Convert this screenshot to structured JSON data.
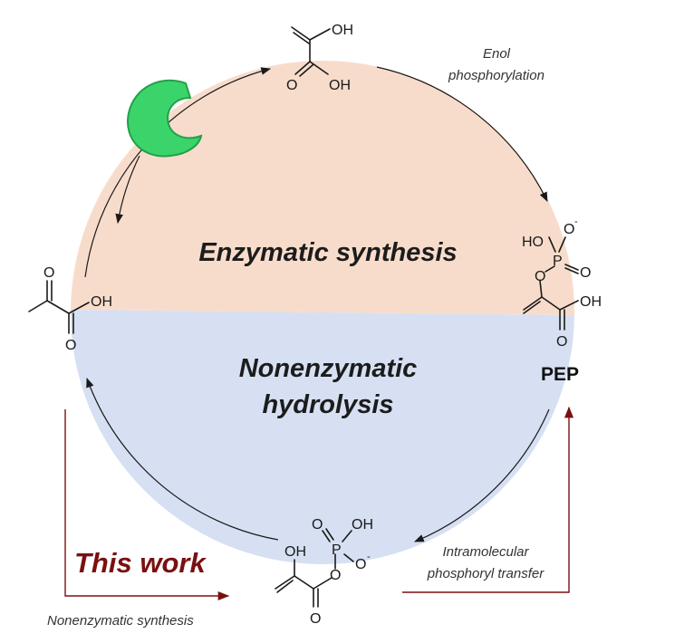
{
  "cycle": {
    "top_label": "Enzymatic synthesis",
    "bottom_label_line1": "Nonenzymatic",
    "bottom_label_line2": "hydrolysis",
    "top_color": "#f8dccb",
    "bottom_color": "#d6e0f2"
  },
  "annotations": {
    "enol_line1": "Enol",
    "enol_line2": "phosphorylation",
    "pep": "PEP",
    "intra_line1": "Intramolecular",
    "intra_line2": "phosphoryl transfer",
    "this_work": "This work",
    "nonenzymatic_synthesis": "Nonenzymatic synthesis"
  },
  "colors": {
    "enzyme": "#3bd46a",
    "accent_red": "#7a1010"
  },
  "atoms": {
    "oh": "OH",
    "o": "O",
    "ho": "HO",
    "p": "P",
    "minus": "-"
  },
  "icons": {
    "enzyme": "enzyme-pacman-icon"
  }
}
